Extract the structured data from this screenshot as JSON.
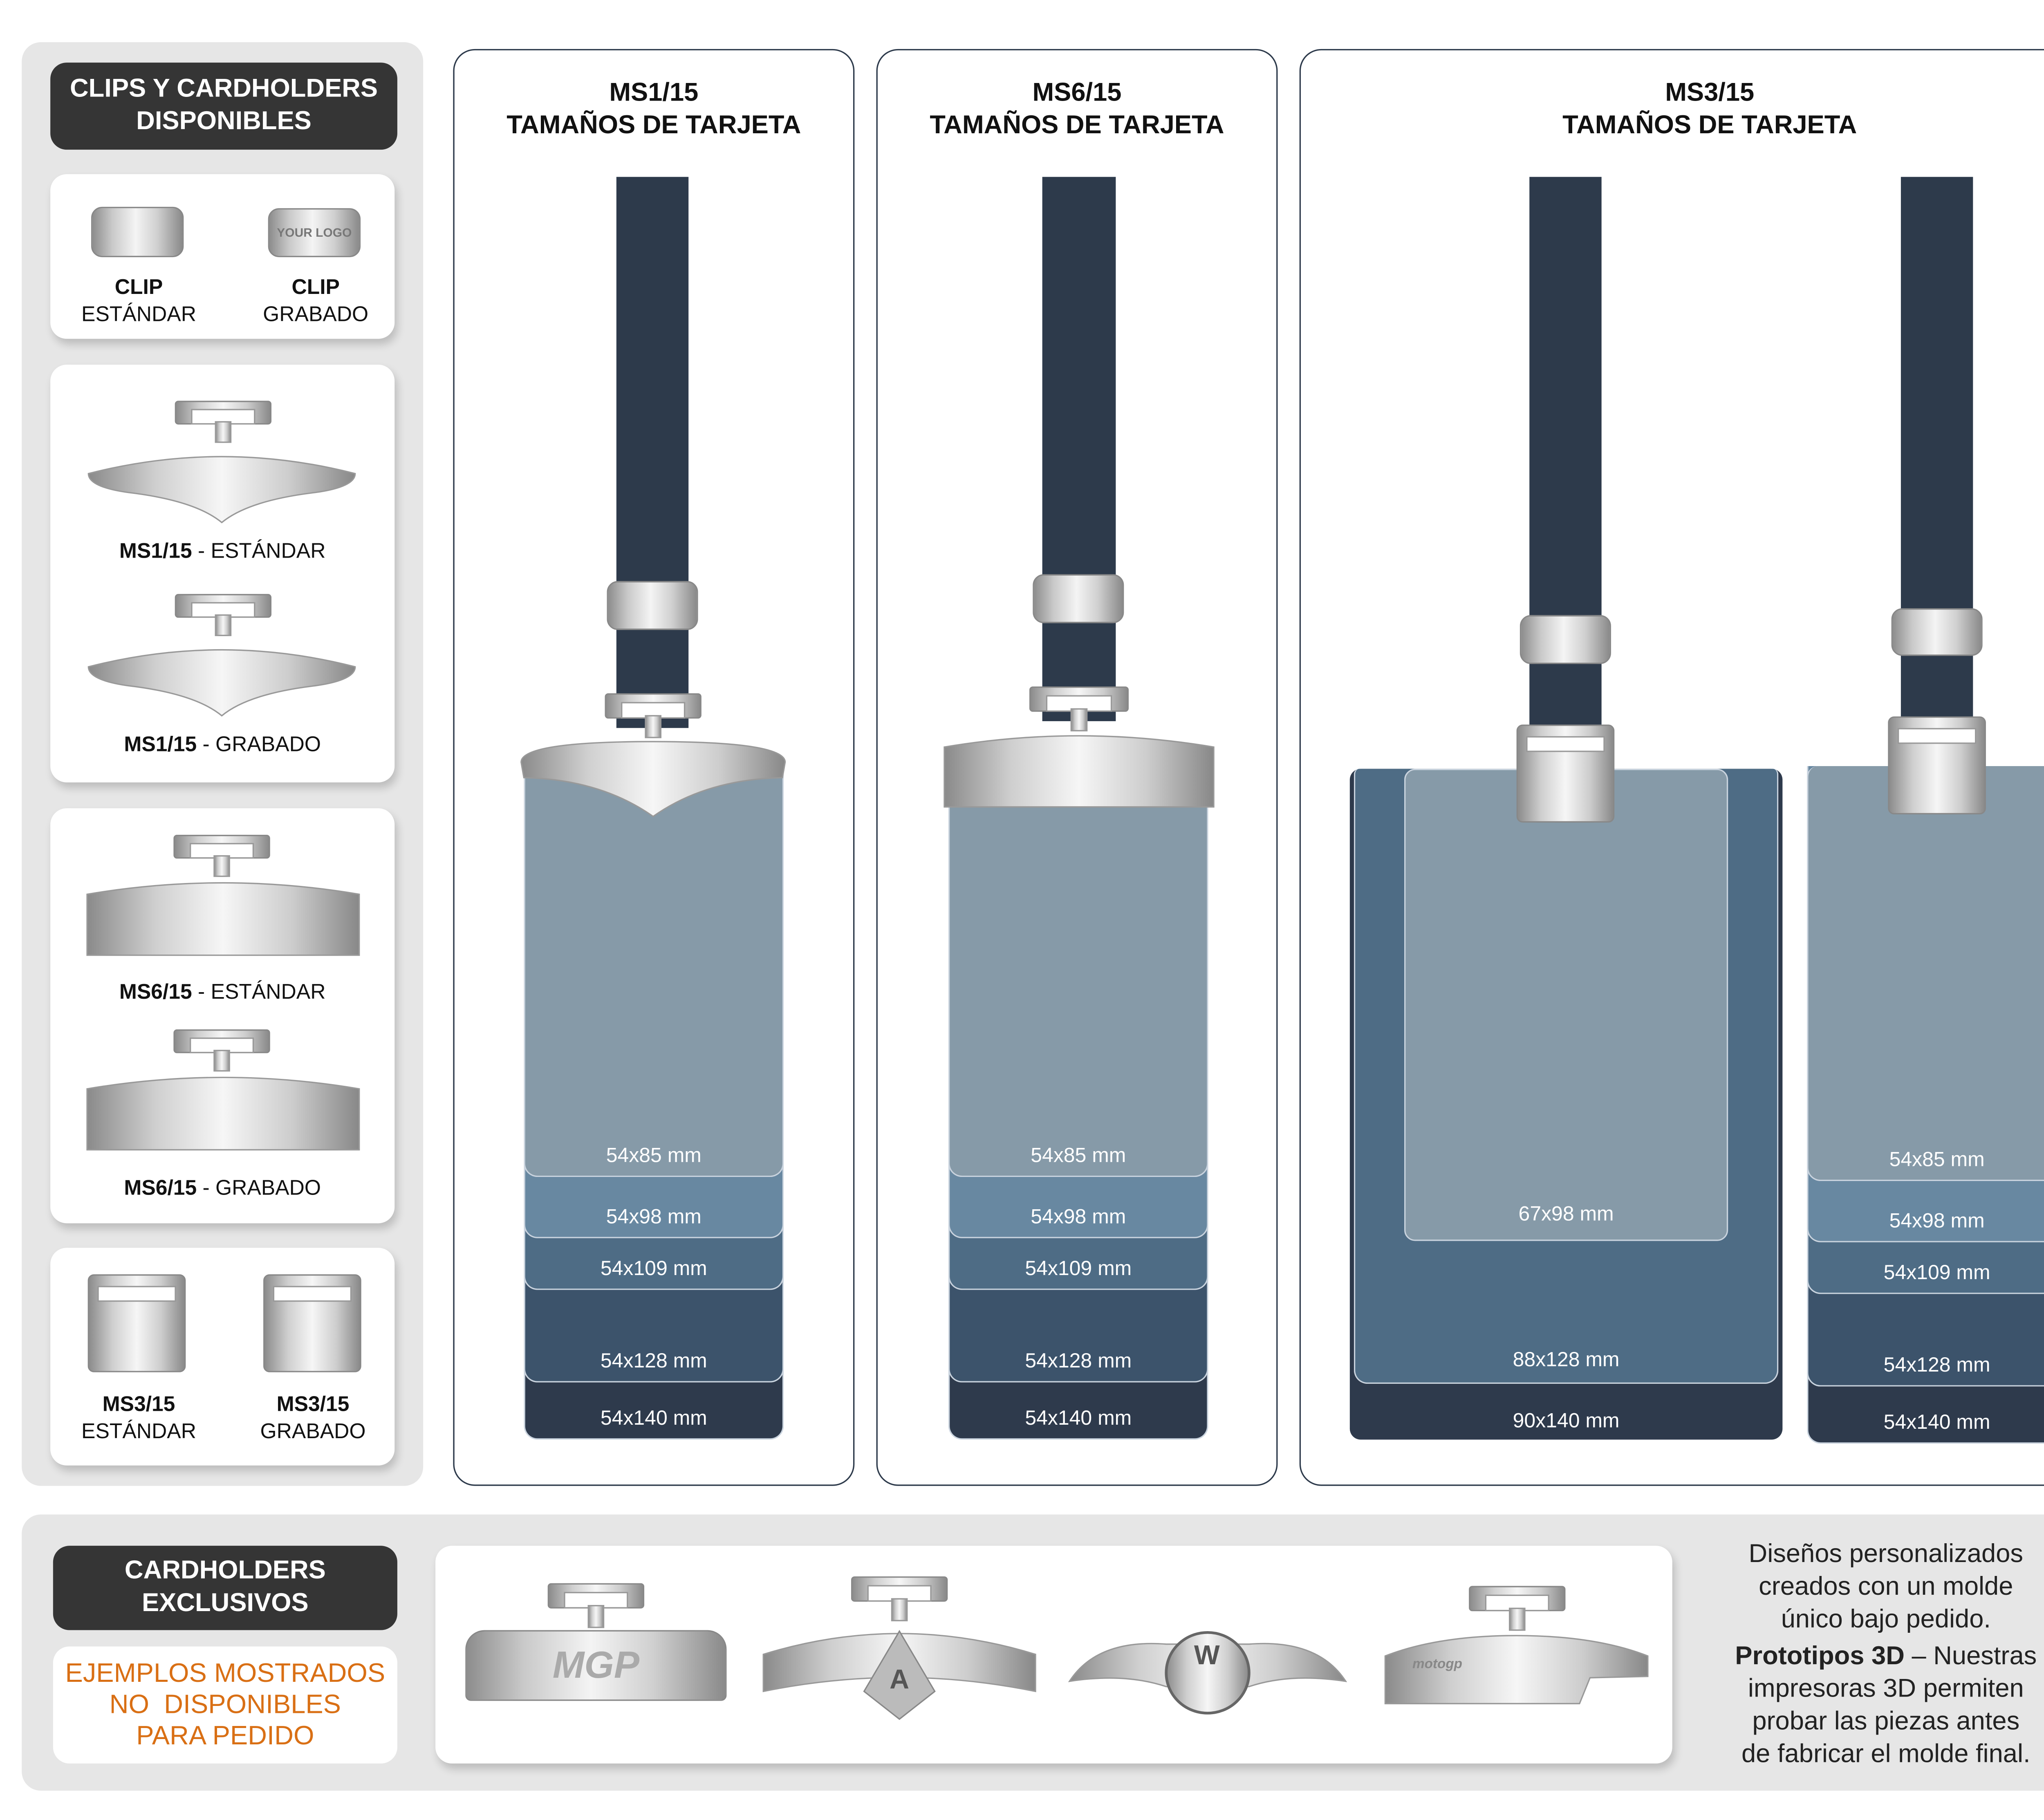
{
  "sidebar": {
    "title_line1": "CLIPS Y CARDHOLDERS",
    "title_line2": "DISPONIBLES",
    "clips": [
      {
        "name": "CLIP",
        "variant": "ESTÁNDAR"
      },
      {
        "name": "CLIP",
        "variant": "GRABADO"
      }
    ],
    "holders": [
      {
        "model": "MS1/15",
        "sep": " - ",
        "variant": "ESTÁNDAR"
      },
      {
        "model": "MS1/15",
        "sep": " - ",
        "variant": "GRABADO"
      },
      {
        "model": "MS6/15",
        "sep": " - ",
        "variant": "ESTÁNDAR"
      },
      {
        "model": "MS6/15",
        "sep": " - ",
        "variant": "GRABADO"
      }
    ],
    "ms3": [
      {
        "model": "MS3/15",
        "variant": "ESTÁNDAR"
      },
      {
        "model": "MS3/15",
        "variant": "GRABADO"
      }
    ],
    "logo_text": "YOUR LOGO"
  },
  "columns": [
    {
      "model": "MS1/15",
      "subtitle": "TAMAÑOS DE TARJETA",
      "sizes": [
        "54x85 mm",
        "54x98 mm",
        "54x109 mm",
        "54x128 mm",
        "54x140 mm"
      ]
    },
    {
      "model": "MS6/15",
      "subtitle": "TAMAÑOS DE TARJETA",
      "sizes": [
        "54x85 mm",
        "54x98 mm",
        "54x109 mm",
        "54x128 mm",
        "54x140 mm"
      ]
    },
    {
      "model": "MS3/15",
      "subtitle": "TAMAÑOS DE TARJETA",
      "horizontal_sizes": [
        "67x98 mm",
        "88x128 mm",
        "90x140 mm"
      ],
      "sizes": [
        "54x85 mm",
        "54x98 mm",
        "54x109 mm",
        "54x128 mm",
        "54x140 mm"
      ]
    }
  ],
  "exclusive": {
    "title_line1": "CARDHOLDERS",
    "title_line2": "EXCLUSIVOS",
    "warning": [
      "EJEMPLOS MOSTRADOS",
      "NO  DISPONIBLES",
      "PARA PEDIDO"
    ],
    "description": [
      "Diseños personalizados",
      "creados con un molde",
      "único bajo pedido."
    ],
    "prototype_bold": "Prototipos 3D",
    "prototype_text": [
      " – Nuestras",
      "impresoras 3D permiten",
      "probar las piezas antes",
      "de fabricar el molde final."
    ],
    "logos": [
      "MGP",
      "A",
      "W",
      "motogp"
    ]
  },
  "colors": {
    "strap": "#2d3a4b",
    "s85": "#869aa8",
    "s98": "#6888a1",
    "s109": "#4e6c85",
    "s128": "#3c536b",
    "s140": "#2e3a4c",
    "accent": "#d96f14",
    "header": "#353535"
  }
}
